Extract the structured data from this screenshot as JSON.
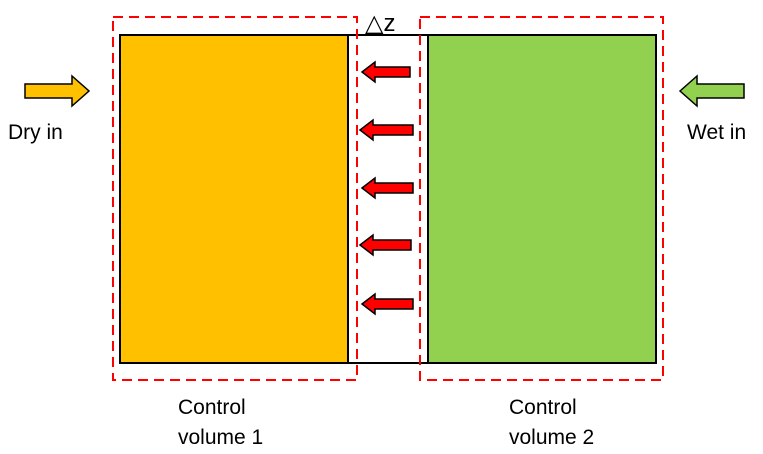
{
  "diagram": {
    "delta_label": "△z",
    "inputs": {
      "dry": {
        "label": "Dry in",
        "color": "#FFC000"
      },
      "wet": {
        "label": "Wet in",
        "color": "#92D050"
      }
    },
    "control_volumes": [
      {
        "line1": "Control",
        "line2": "volume 1",
        "fill": "#FFC000"
      },
      {
        "line1": "Control",
        "line2": "volume 2",
        "fill": "#92D050"
      }
    ],
    "flux_arrows": {
      "count": 5,
      "color": "#FF0000",
      "direction": "left"
    },
    "boundary_color": "#FF0000",
    "frame_color": "#000000"
  }
}
